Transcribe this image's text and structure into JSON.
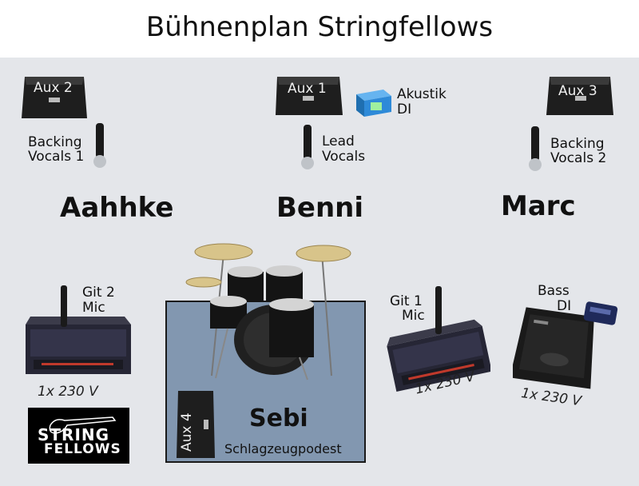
{
  "title": "Bühnenplan Stringfellows",
  "monitors": {
    "aux1": "Aux 1",
    "aux2": "Aux 2",
    "aux3": "Aux 3",
    "aux4": "Aux 4"
  },
  "di": {
    "akustik_line1": "Akustik",
    "akustik_line2": "DI",
    "bass_line1": "Bass",
    "bass_line2": "DI"
  },
  "mics": {
    "backing1_line1": "Backing",
    "backing1_line2": "Vocals 1",
    "lead_line1": "Lead",
    "lead_line2": "Vocals",
    "backing2_line1": "Backing",
    "backing2_line2": "Vocals 2",
    "git2_line1": "Git 2",
    "git2_line2": "Mic",
    "git1_line1": "Git 1",
    "git1_line2": "Mic"
  },
  "musicians": {
    "left": "Aahhke",
    "center": "Benni",
    "right": "Marc",
    "drums": "Sebi"
  },
  "podest_label": "Schlagzeugpodest",
  "power": {
    "amp_left": "1x 230 V",
    "amp_right": "1x 230 V",
    "bass_amp": "1x 230 V"
  },
  "logo": {
    "line1": "STRING",
    "line2": "FELLOWS"
  },
  "colors": {
    "stage": "#e4e6ea",
    "podest": "#8297b0",
    "di_box": "#2e8ad8",
    "equipment": "#1e1e1e"
  }
}
